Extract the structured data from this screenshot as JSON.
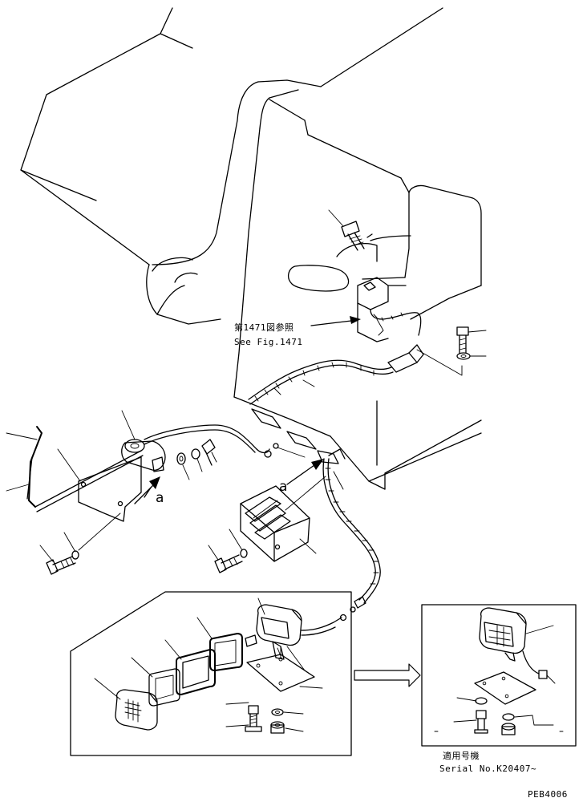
{
  "reference_note": {
    "japanese": "第1471図参照",
    "english": "See Fig.1471"
  },
  "connection_labels": [
    "a",
    "a"
  ],
  "serial_note": {
    "japanese": "適用号機",
    "english": "Serial No.K20407~"
  },
  "drawing_code": "PEB4006"
}
